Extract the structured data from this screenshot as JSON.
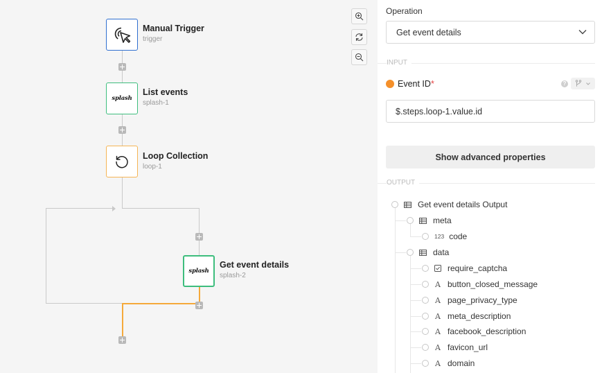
{
  "canvas": {
    "nodes": [
      {
        "title": "Manual Trigger",
        "subtitle": "trigger"
      },
      {
        "title": "List events",
        "subtitle": "splash-1",
        "logo": "splash"
      },
      {
        "title": "Loop Collection",
        "subtitle": "loop-1"
      },
      {
        "title": "Get event details",
        "subtitle": "splash-2",
        "logo": "splash"
      }
    ],
    "zoom_controls": [
      "zoom-in-icon",
      "reset-zoom-icon",
      "zoom-out-icon"
    ],
    "colors": {
      "trigger": "#2f6fd0",
      "app": "#3dbd7d",
      "loop": "#f5b454",
      "loop_edge": "#f5a93a"
    }
  },
  "panel": {
    "operation_label": "Operation",
    "operation_value": "Get event details",
    "input_section": "INPUT",
    "event_id_label": "Event ID",
    "required_marker": "*",
    "event_id_value": "$.steps.loop-1.value.id",
    "advanced_button": "Show advanced properties",
    "output_section": "OUTPUT",
    "output_tree": [
      {
        "label": "Get event details Output",
        "icon": "table",
        "level": 0
      },
      {
        "label": "meta",
        "icon": "table",
        "level": 1
      },
      {
        "label": "code",
        "icon": "number",
        "level": 2
      },
      {
        "label": "data",
        "icon": "table",
        "level": 1
      },
      {
        "label": "require_captcha",
        "icon": "checkbox",
        "level": 2
      },
      {
        "label": "button_closed_message",
        "icon": "text",
        "level": 2
      },
      {
        "label": "page_privacy_type",
        "icon": "text",
        "level": 2
      },
      {
        "label": "meta_description",
        "icon": "text",
        "level": 2
      },
      {
        "label": "facebook_description",
        "icon": "text",
        "level": 2
      },
      {
        "label": "favicon_url",
        "icon": "text",
        "level": 2
      },
      {
        "label": "domain",
        "icon": "text",
        "level": 2
      }
    ],
    "number_icon_text": "123",
    "text_icon_text": "A"
  }
}
